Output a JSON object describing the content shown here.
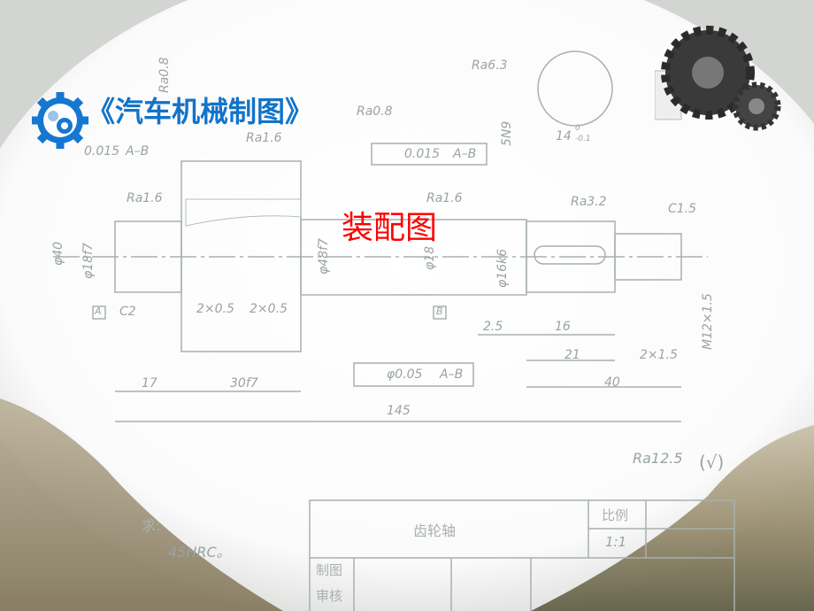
{
  "slide": {
    "title": "《汽车机械制图》",
    "overlay_label": "装配图",
    "title_color": "#1273c9",
    "overlay_color": "#ff0000",
    "logo_icon": "blue-gear-logo",
    "corner_icon": "gears-image"
  },
  "drawing": {
    "roughness": {
      "ra08": "Ra0.8",
      "ra16a": "Ra1.6",
      "ra16b": "Ra1.6",
      "ra16c": "Ra1.6",
      "ra63": "Ra6.3",
      "ra32": "Ra3.2",
      "ra125": "Ra12.5",
      "ra0_top": "Ra0.8",
      "default_symbol": "(√)"
    },
    "chamfers": {
      "c15": "C1.5",
      "c2": "C2"
    },
    "tolerances": {
      "runout1": "0.015",
      "runout1_ref": "A–B",
      "runout2": "0.015",
      "runout2_ref": "A–B",
      "coax": "φ0.05",
      "coax_ref": "A–B"
    },
    "diameters": {
      "d40": "φ40",
      "d18f7": "φ18f7",
      "d48f7": "φ48f7",
      "d18": "φ18",
      "d16k6": "φ16k6",
      "m12": "M12×1.5",
      "key": "5N9",
      "key_width": "14",
      "key_tol_up": "0",
      "key_tol_low": "-0.1"
    },
    "lengths": {
      "g1": "2×0.5",
      "g2": "2×0.5",
      "l25": "2.5",
      "l16": "16",
      "l21": "21",
      "g3": "2×1.5",
      "l17": "17",
      "l30": "30f7",
      "l40": "40",
      "l145": "145"
    },
    "datums": {
      "a": "A",
      "b": "B"
    },
    "title_block": {
      "name": "齿轮轴",
      "scale_label": "比例",
      "scale": "1:1",
      "drawn": "制图",
      "checked": "审核"
    },
    "notes": {
      "req": "求:",
      "hrc": "45HRC。"
    }
  }
}
